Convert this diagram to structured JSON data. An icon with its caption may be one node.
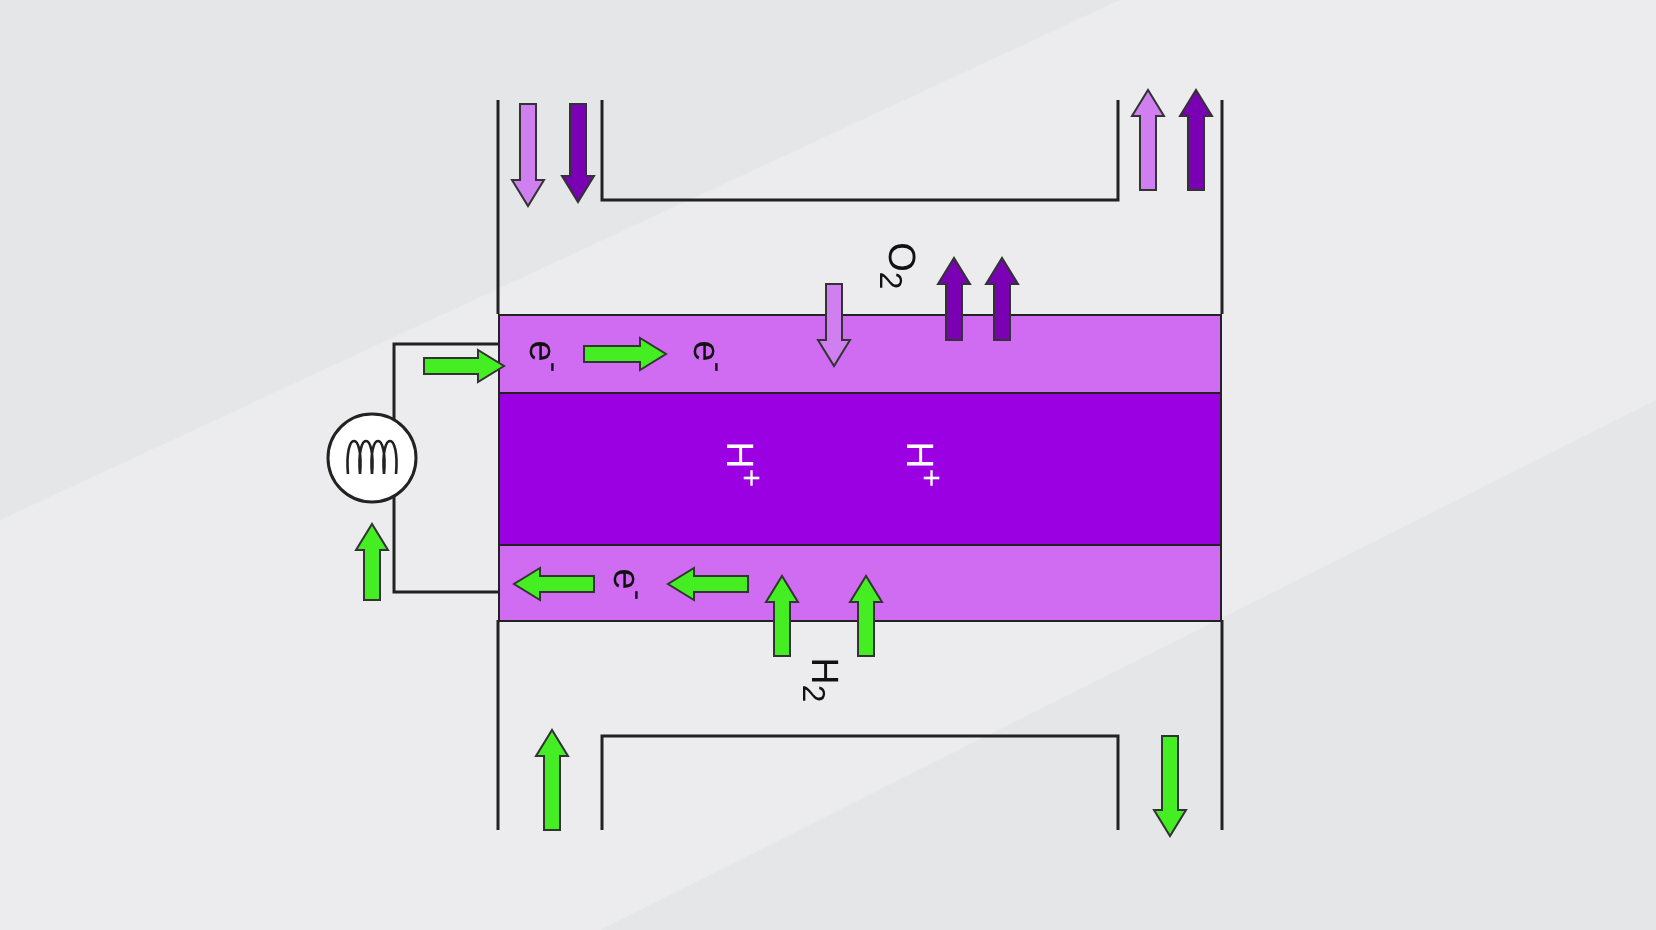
{
  "diagram": {
    "nodes": [
      {
        "text": [],
        "shape": "box"
      },
      {
        "text": [],
        "shape": "box"
      },
      {
        "text": [],
        "shape": "box"
      },
      {
        "text": [],
        "shape": "circle"
      }
    ],
    "edges": [
      {
        "from": 3,
        "to": 0,
        "arrow": "none"
      },
      {
        "from": 3,
        "to": 2,
        "arrow": "none"
      }
    ],
    "labels": [
      "O$_{2}$",
      "e$^{-}$",
      "e$^{-}$",
      "H$^{+}$",
      "H$^{+}$",
      "e$^{-}$",
      "H$_{2}$"
    ]
  }
}
